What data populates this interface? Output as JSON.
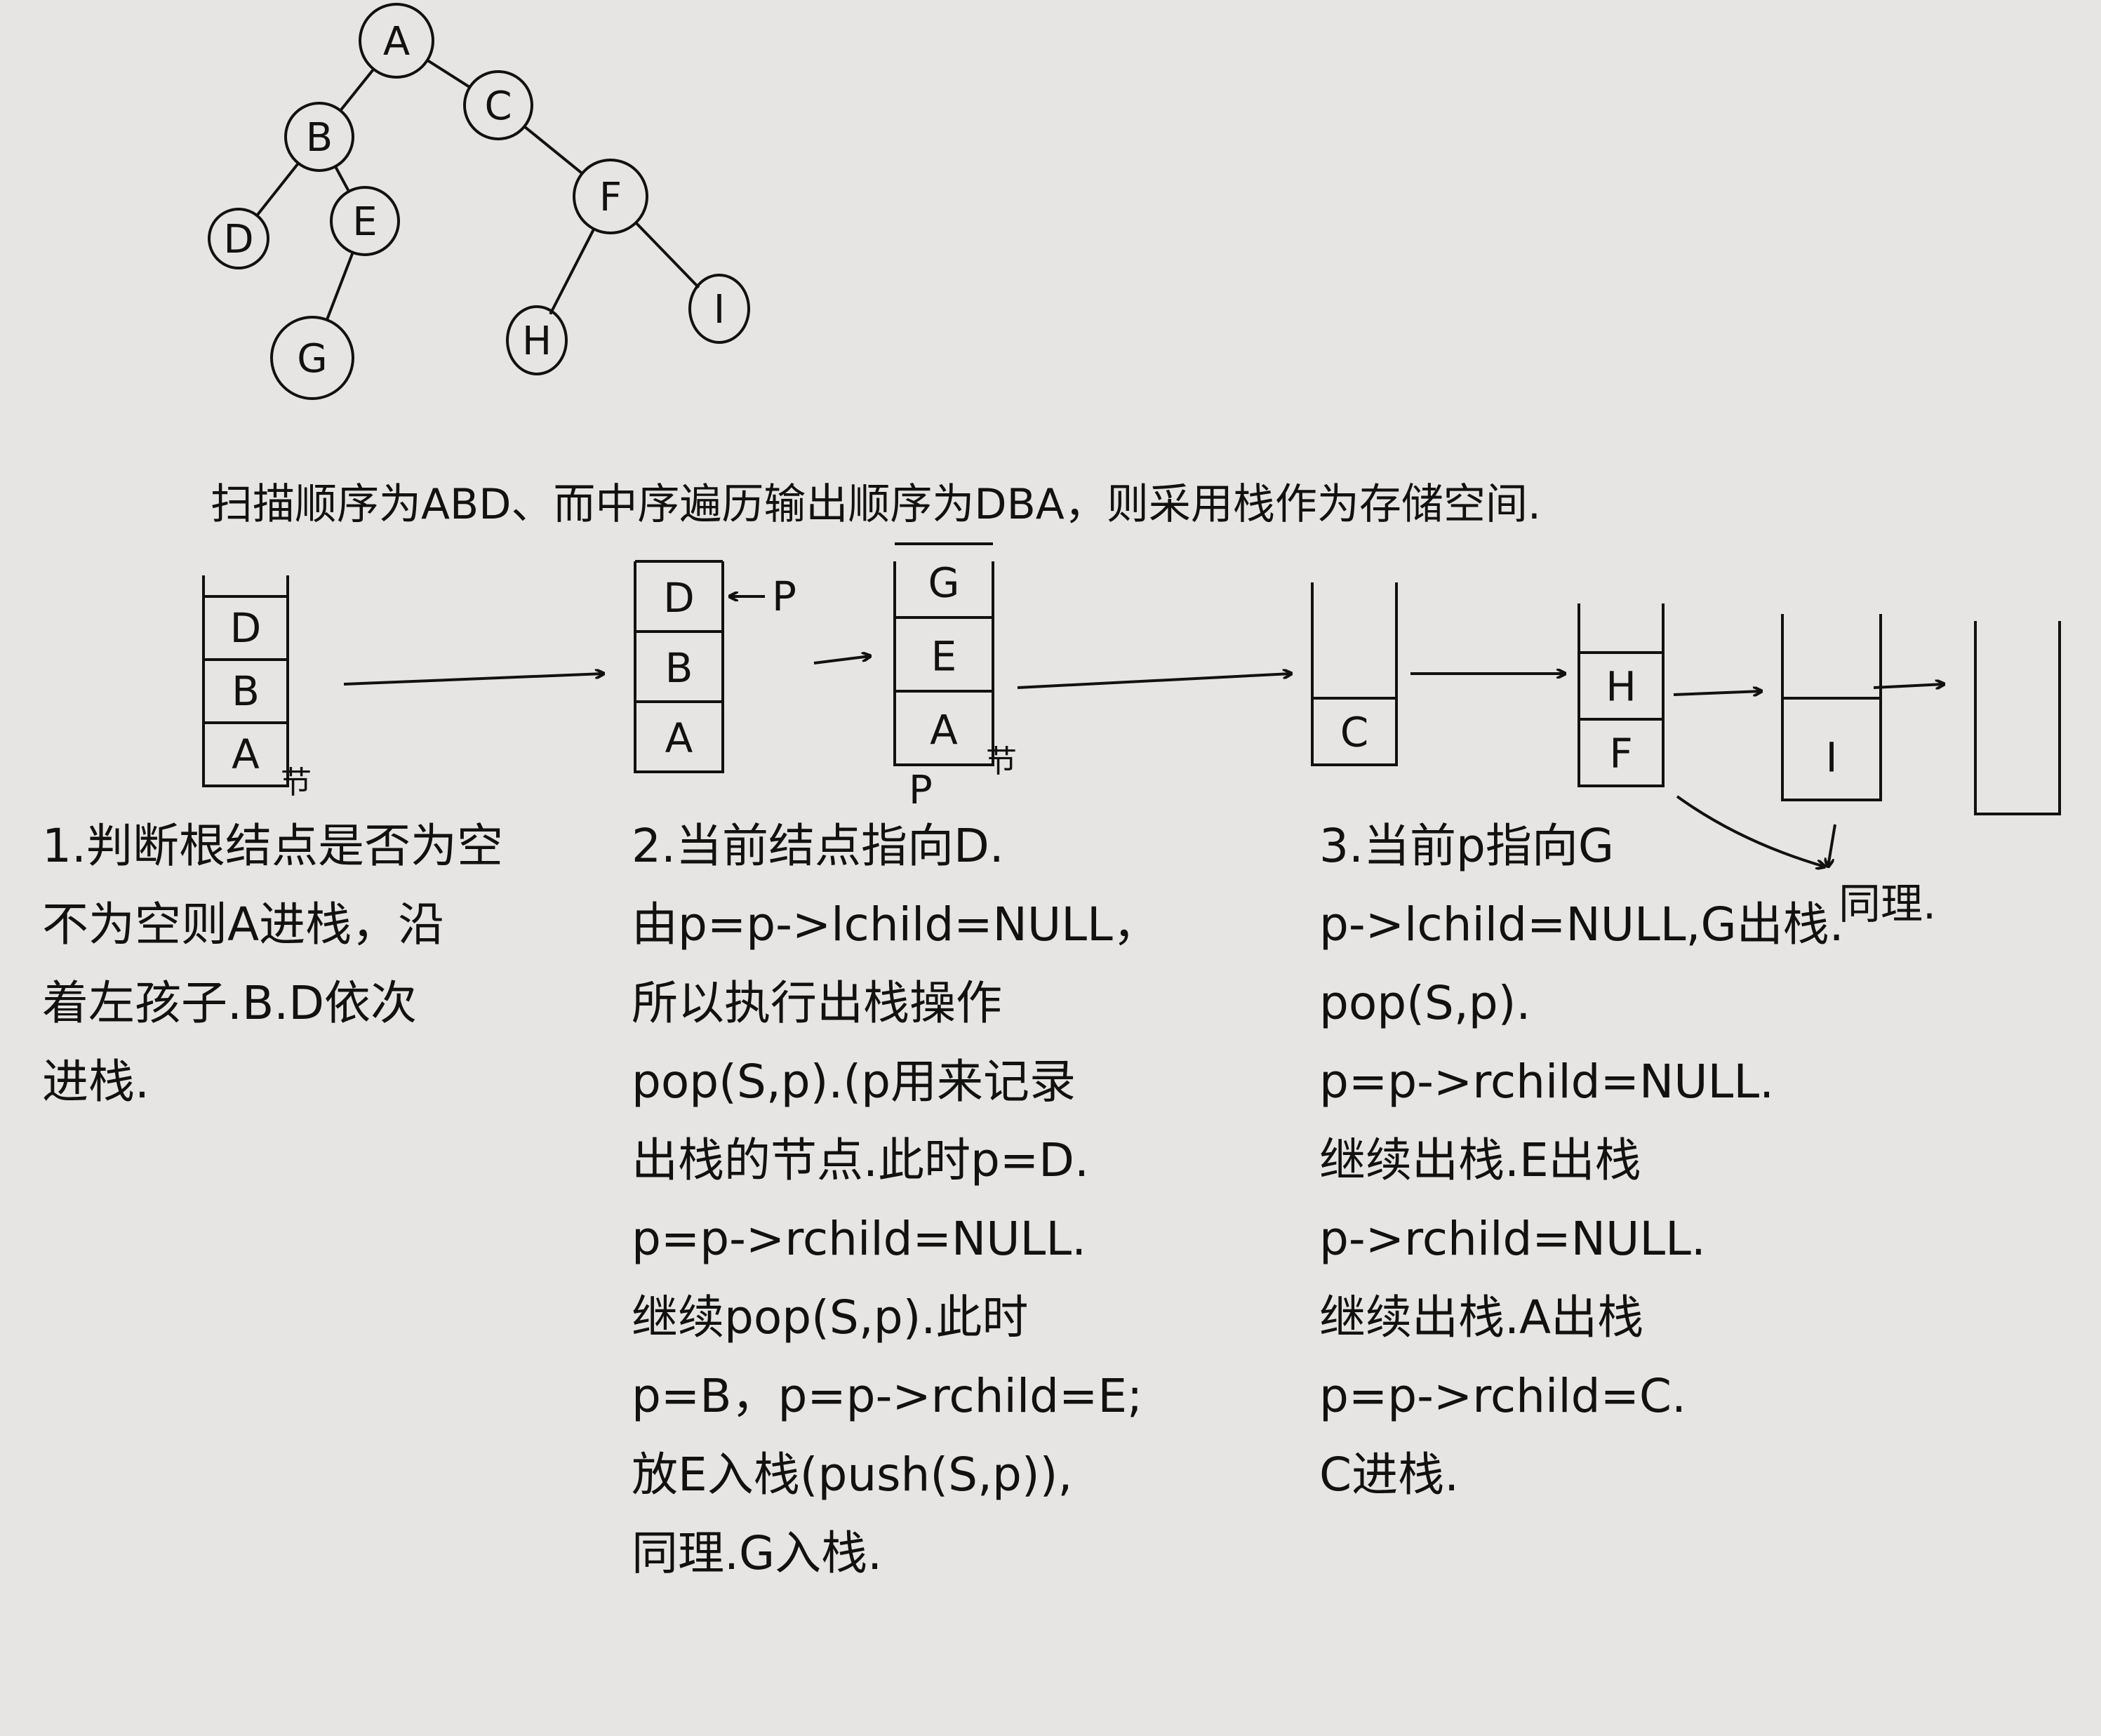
{
  "tree": {
    "nodes": [
      {
        "id": "A",
        "label": "A"
      },
      {
        "id": "C",
        "label": "C"
      },
      {
        "id": "B",
        "label": "B"
      },
      {
        "id": "D",
        "label": "D"
      },
      {
        "id": "E",
        "label": "E"
      },
      {
        "id": "F",
        "label": "F"
      },
      {
        "id": "G",
        "label": "G"
      },
      {
        "id": "H",
        "label": "H"
      },
      {
        "id": "I",
        "label": "I"
      }
    ],
    "edges": [
      [
        "A",
        "B"
      ],
      [
        "A",
        "C"
      ],
      [
        "B",
        "D"
      ],
      [
        "B",
        "E"
      ],
      [
        "E",
        "G"
      ],
      [
        "C",
        "F"
      ],
      [
        "F",
        "H"
      ],
      [
        "F",
        "I"
      ]
    ]
  },
  "caption": "扫描顺序为ABD、而中序遍历输出顺序为DBA，则采用栈作为存储空间.",
  "stacks": [
    {
      "items": [
        "D",
        "B",
        "A"
      ],
      "pointer": "",
      "mark": "节"
    },
    {
      "items": [
        "D",
        "B",
        "A"
      ],
      "pointer": "P",
      "mark": ""
    },
    {
      "items": [
        "G",
        "E",
        "A"
      ],
      "pointer": "",
      "mark": "节",
      "below": "P"
    },
    {
      "items": [
        "C"
      ],
      "pointer": "",
      "mark": ""
    },
    {
      "items": [
        "H",
        "F"
      ],
      "pointer": "",
      "mark": ""
    },
    {
      "items": [
        "I"
      ],
      "pointer": "",
      "mark": ""
    },
    {
      "items": [],
      "pointer": "",
      "mark": ""
    }
  ],
  "side_note": "同理.",
  "notes": {
    "col1": "1.判断根结点是否为空\n不为空则A进栈，沿\n着左孩子.B.D依次\n进栈.",
    "col2": "2.当前结点指向D.\n由p=p->lchild=NULL，\n所以执行出栈操作\npop(S,p).(p用来记录\n出栈的节点.此时p=D.\np=p->rchild=NULL.\n继续pop(S,p).此时\np=B，p=p->rchild=E;\n放E入栈(push(S,p)),\n同理.G入栈.",
    "col3": "3.当前p指向G\np->lchild=NULL,G出栈.\npop(S,p).\np=p->rchild=NULL.\n继续出栈.E出栈\np->rchild=NULL.\n继续出栈.A出栈\np=p->rchild=C.\nC进栈."
  }
}
